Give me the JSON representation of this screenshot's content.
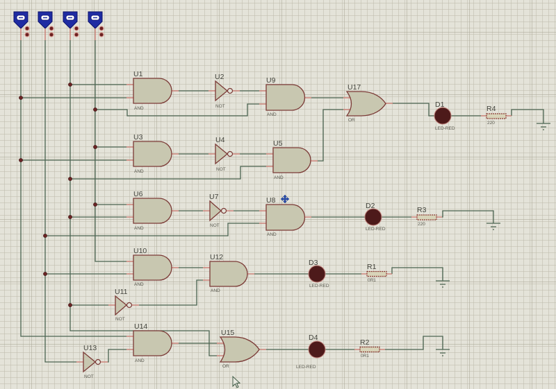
{
  "colors": {
    "wire": "#4a6350",
    "gate_fill": "#c8c7b0",
    "led_fill": "#4d1a1a",
    "input_pin_blue": "#1f2ca3"
  },
  "inputs": [
    {
      "icon": "logic-state-pin-icon"
    },
    {
      "icon": "logic-state-pin-icon"
    },
    {
      "icon": "logic-state-pin-icon"
    },
    {
      "icon": "logic-state-pin-icon"
    }
  ],
  "gates": {
    "U1": {
      "ref": "U1",
      "type": "AND"
    },
    "U2": {
      "ref": "U2",
      "type": "NOT"
    },
    "U9": {
      "ref": "U9",
      "type": "AND"
    },
    "U17": {
      "ref": "U17",
      "type": "OR"
    },
    "U3": {
      "ref": "U3",
      "type": "AND"
    },
    "U4": {
      "ref": "U4",
      "type": "NOT"
    },
    "U5": {
      "ref": "U5",
      "type": "AND"
    },
    "U6": {
      "ref": "U6",
      "type": "AND"
    },
    "U7": {
      "ref": "U7",
      "type": "NOT"
    },
    "U8": {
      "ref": "U8",
      "type": "AND"
    },
    "U10": {
      "ref": "U10",
      "type": "AND"
    },
    "U11": {
      "ref": "U11",
      "type": "NOT"
    },
    "U12": {
      "ref": "U12",
      "type": "AND"
    },
    "U13": {
      "ref": "U13",
      "type": "NOT"
    },
    "U14": {
      "ref": "U14",
      "type": "AND"
    },
    "U15": {
      "ref": "U15",
      "type": "OR"
    }
  },
  "leds": {
    "D1": {
      "ref": "D1",
      "value": "LED-RED"
    },
    "D2": {
      "ref": "D2",
      "value": "LED-RED"
    },
    "D3": {
      "ref": "D3",
      "value": "LED-RED"
    },
    "D4": {
      "ref": "D4",
      "value": "LED-RED"
    }
  },
  "resistors": {
    "R1": {
      "ref": "R1",
      "value": "0R1"
    },
    "R2": {
      "ref": "R2",
      "value": "0R1"
    },
    "R3": {
      "ref": "R3",
      "value": "220"
    },
    "R4": {
      "ref": "R4",
      "value": "220"
    }
  },
  "icons": {
    "ground": "ground-icon",
    "move_cursor": "move-icon",
    "mouse_pointer": "mouse-pointer-icon"
  }
}
